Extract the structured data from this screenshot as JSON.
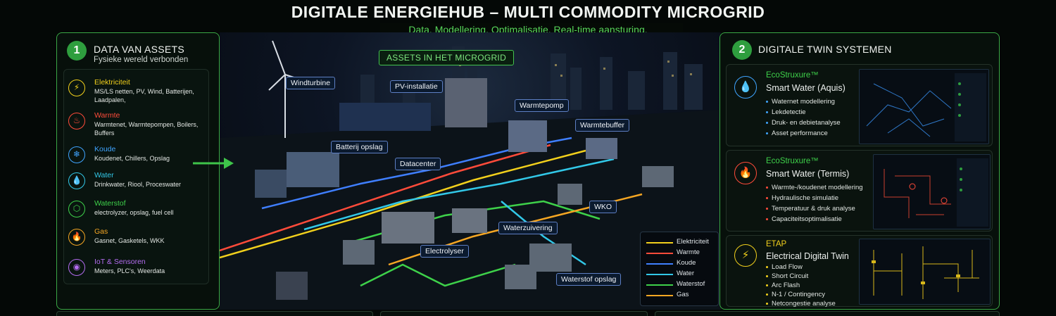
{
  "header": {
    "title": "DIGITALE ENERGIEHUB – MULTI COMMODITY MICROGRID",
    "subtitle": "Data. Modellering. Optimalisatie. Real-time aansturing."
  },
  "left_panel": {
    "number": "1",
    "title": "DATA VAN ASSETS",
    "subtitle": "Fysieke wereld verbonden",
    "assets": [
      {
        "title": "Elektriciteit",
        "desc": "MS/LS netten, PV, Wind, Batterijen, Laadpalen,",
        "color": "#f2d01c",
        "icon": "lightning-icon"
      },
      {
        "title": "Warmte",
        "desc": "Warmtenet, Warmtepompen, Boilers, Buffers",
        "color": "#ff4b3a",
        "icon": "flame-icon"
      },
      {
        "title": "Koude",
        "desc": "Koudenet, Chillers, Opslag",
        "color": "#3fa4ff",
        "icon": "snowflake-icon"
      },
      {
        "title": "Water",
        "desc": "Drinkwater, Riool, Proceswater",
        "color": "#32c8e8",
        "icon": "water-drop-icon"
      },
      {
        "title": "Waterstof",
        "desc": "electrolyzer, opslag, fuel cell",
        "color": "#3ed14a",
        "icon": "hydrogen-icon"
      },
      {
        "title": "Gas",
        "desc": "Gasnet, Gasketels, WKK",
        "color": "#f5a623",
        "icon": "gas-icon"
      },
      {
        "title": "IoT & Sensoren",
        "desc": "Meters, PLC's, Weerdata",
        "color": "#b46cf0",
        "icon": "sensor-icon"
      }
    ]
  },
  "scene": {
    "assets_title": "ASSETS IN HET MICROGRID",
    "labels": {
      "windturbine": "Windturbine",
      "pv": "PV-installatie",
      "warmtepomp": "Warmtepomp",
      "warmtebuffer": "Warmtebuffer",
      "batterij": "Batterij opslag",
      "datacenter": "Datacenter",
      "wko": "WKO",
      "waterzuivering": "Waterzuivering",
      "electrolyser": "Electrolyser",
      "waterstof_opslag": "Waterstof opslag"
    },
    "legend": [
      {
        "label": "Elektriciteit",
        "color": "#f2d01c"
      },
      {
        "label": "Warmte",
        "color": "#ff4b3a"
      },
      {
        "label": "Koude",
        "color": "#3f7fff"
      },
      {
        "label": "Water",
        "color": "#32c8e8"
      },
      {
        "label": "Waterstof",
        "color": "#3ed14a"
      },
      {
        "label": "Gas",
        "color": "#f5a623"
      }
    ]
  },
  "right_panel": {
    "number": "2",
    "title": "DIGITALE TWIN SYSTEMEN",
    "twins": [
      {
        "brand": "EcoStruxure™",
        "name": "Smart Water (Aquis)",
        "brand_color": "#3ed14a",
        "icon_color": "#3fa4ff",
        "icon": "water-drop-icon",
        "bullets": [
          "Waternet modellering",
          "Lekdetectie",
          "Druk- en debietanalyse",
          "Asset performance"
        ]
      },
      {
        "brand": "EcoStruxure™",
        "name": "Smart Water (Termis)",
        "brand_color": "#3ed14a",
        "icon_color": "#ff4b3a",
        "icon": "flame-icon",
        "bullets": [
          "Warmte-/koudenet modellering",
          "Hydraulische simulatie",
          "Temperatuur & druk analyse",
          "Capaciteitsoptimalisatie"
        ]
      },
      {
        "brand": "ETAP",
        "name": "Electrical Digital Twin",
        "brand_color": "#f2d01c",
        "icon_color": "#f2d01c",
        "icon": "lightning-icon",
        "bullets": [
          "Load Flow",
          "Short Circuit",
          "Arc Flash",
          "N-1 / Contingency",
          "Netcongestie analyse"
        ]
      }
    ]
  }
}
